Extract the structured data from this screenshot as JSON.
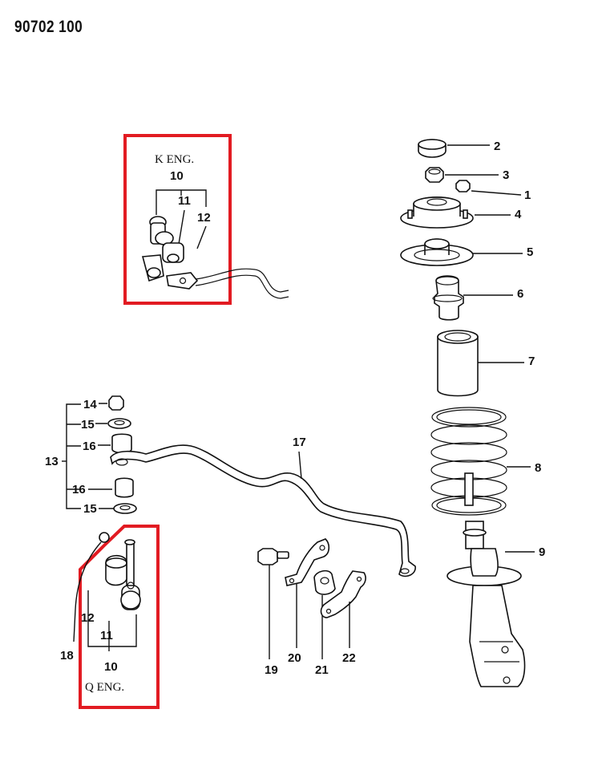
{
  "diagram_code": "90702 100",
  "highlight_color": "#e21b22",
  "insets": {
    "k_engine": {
      "label": "K ENG.",
      "callouts": [
        "10",
        "11",
        "12"
      ]
    },
    "q_engine": {
      "label": "Q ENG.",
      "callouts": [
        "10",
        "11",
        "12"
      ]
    }
  },
  "callouts": {
    "p1": "1",
    "p2": "2",
    "p3": "3",
    "p4": "4",
    "p5": "5",
    "p6": "6",
    "p7": "7",
    "p8": "8",
    "p9": "9",
    "p13": "13",
    "p14": "14",
    "p15a": "15",
    "p15b": "15",
    "p16a": "16",
    "p16b": "16",
    "p17": "17",
    "p18": "18",
    "p19": "19",
    "p20": "20",
    "p21": "21",
    "p22": "22"
  }
}
